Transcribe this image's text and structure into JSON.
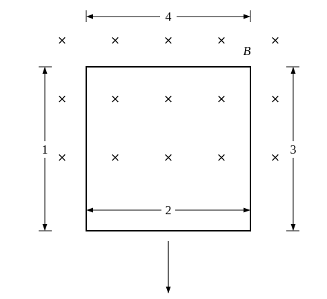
{
  "field": {
    "label": "B",
    "mark": "×"
  },
  "dimensions": {
    "top": "4",
    "left": "1",
    "inner": "2",
    "right": "3"
  },
  "icons": {
    "field_marks": "cross-icon",
    "motion": "arrow-down-icon"
  },
  "colors": {
    "ink": "#000000",
    "background": "#ffffff"
  }
}
